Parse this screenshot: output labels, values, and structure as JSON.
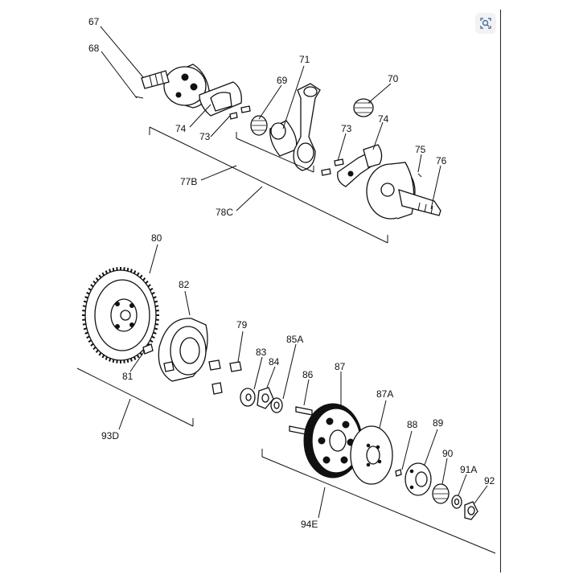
{
  "toolbar": {
    "lens_icon": "visual-search-icon"
  },
  "diagram": {
    "labels": [
      "67",
      "68",
      "69",
      "70",
      "71",
      "73",
      "73",
      "74",
      "74",
      "75",
      "76",
      "77B",
      "78C",
      "80",
      "82",
      "79",
      "83",
      "84",
      "85A",
      "86",
      "87",
      "87A",
      "88",
      "89",
      "90",
      "91A",
      "92",
      "81",
      "93D",
      "94E"
    ]
  }
}
